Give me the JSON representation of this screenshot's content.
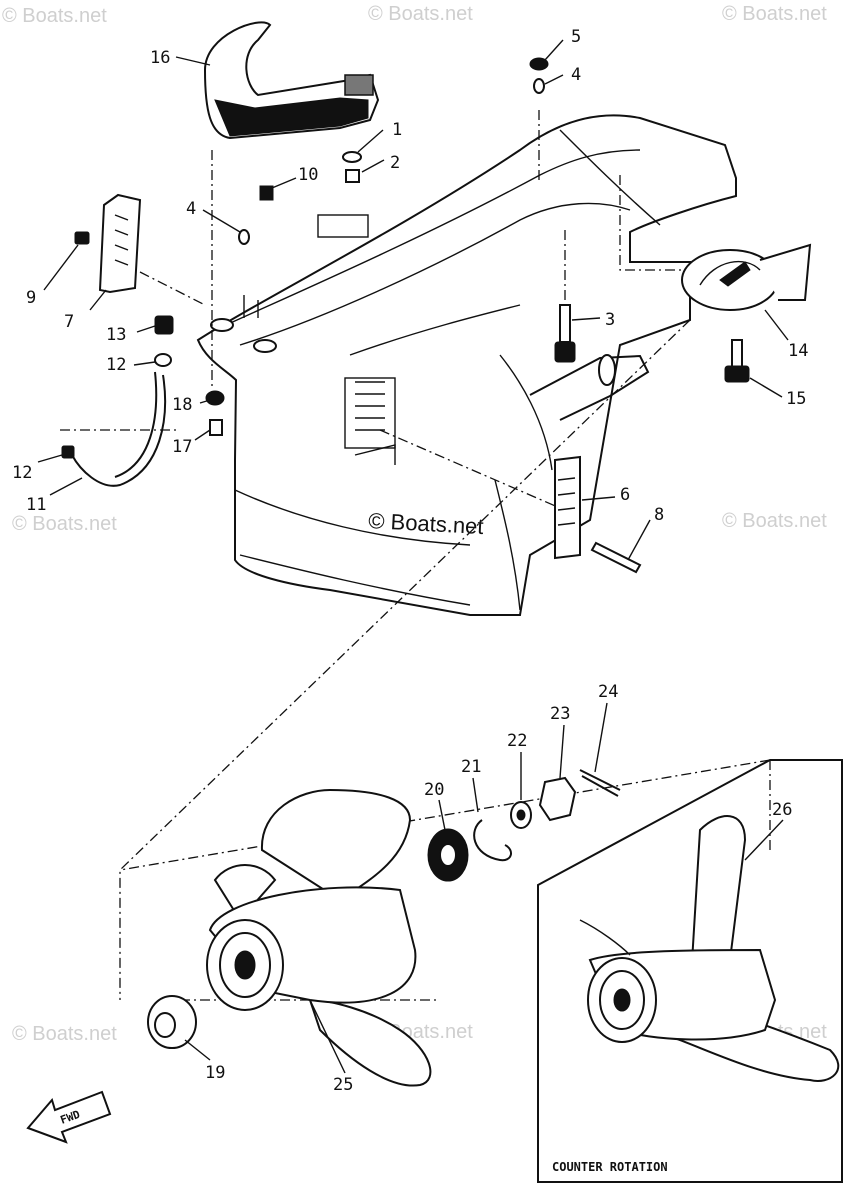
{
  "diagram": {
    "watermark": "© Boats.net",
    "center_watermark": "© Boats.net",
    "inset_label": "COUNTER ROTATION",
    "fwd_label": "FWD",
    "callouts": [
      "1",
      "2",
      "3",
      "4",
      "4",
      "5",
      "6",
      "7",
      "8",
      "9",
      "10",
      "11",
      "12",
      "12",
      "13",
      "14",
      "15",
      "16",
      "17",
      "18",
      "19",
      "20",
      "21",
      "22",
      "23",
      "24",
      "25",
      "26"
    ]
  }
}
